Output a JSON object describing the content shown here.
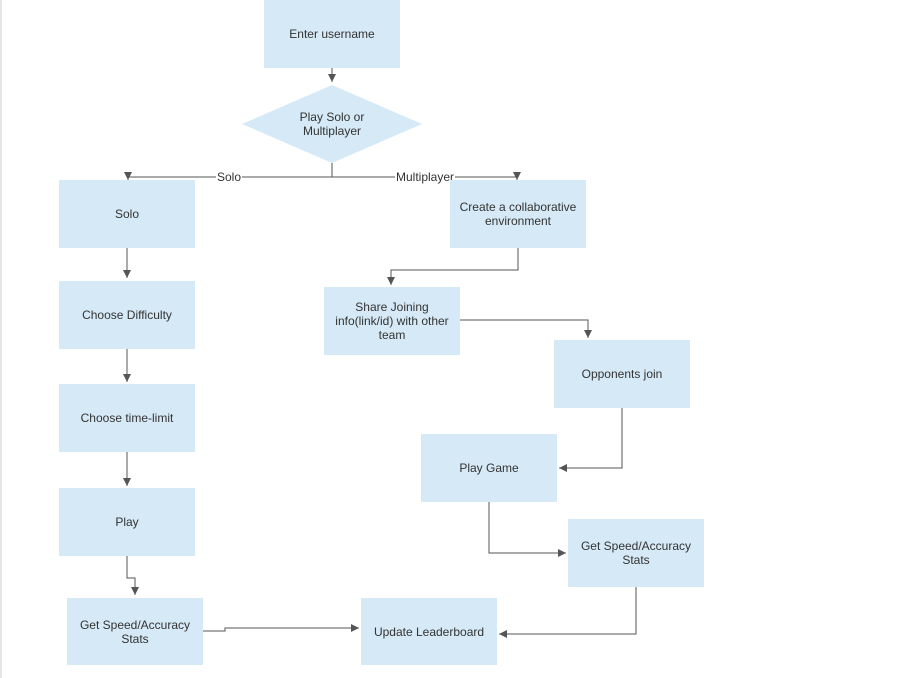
{
  "nodes": {
    "enter_username": "Enter username",
    "decision": "Play Solo or\nMultiplayer",
    "solo": "Solo",
    "choose_difficulty": "Choose Difficulty",
    "choose_time_limit": "Choose time-limit",
    "play": "Play",
    "solo_stats": "Get Speed/Accuracy\nStats",
    "create_env": "Create a collaborative\nenvironment",
    "share_info": "Share Joining\ninfo(link/id) with other\nteam",
    "opponents_join": "Opponents join",
    "play_game": "Play Game",
    "multi_stats": "Get Speed/Accuracy\nStats",
    "update_leaderboard": "Update Leaderboard"
  },
  "edge_labels": {
    "solo": "Solo",
    "multiplayer": "Multiplayer"
  },
  "colors": {
    "node_fill": "#d6e9f6",
    "edge_stroke": "#555555",
    "text": "#333333"
  }
}
